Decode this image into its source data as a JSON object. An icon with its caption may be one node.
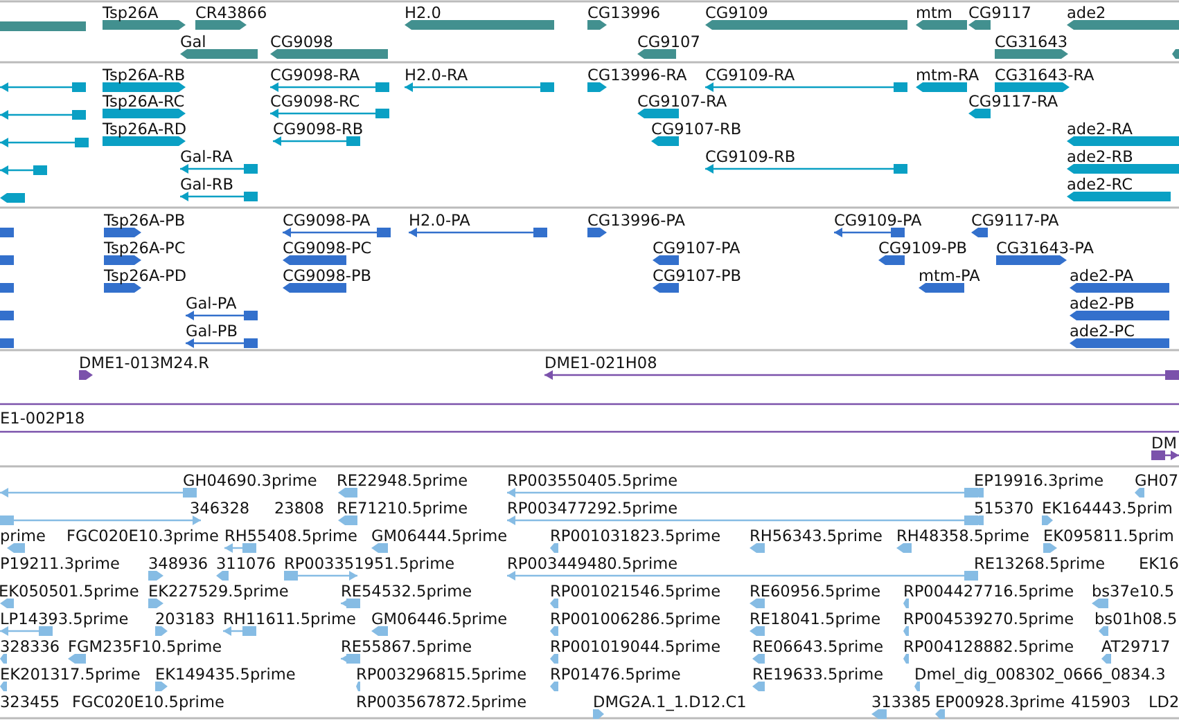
{
  "diagram": {
    "labels": [
      "Tsp26A",
      "CR43866",
      "H2.0",
      "CG13996",
      "CG9109",
      "mtm",
      "CG9117",
      "ade2",
      "Gal",
      "CG9098",
      "CG9107",
      "CG31643",
      "Tsp26A-RB",
      "CG9098-RA",
      "H2.0-RA",
      "CG13996-RA",
      "CG9109-RA",
      "mtm-RA",
      "CG31643-RA",
      "Tsp26A-RC",
      "CG9098-RC",
      "CG9107-RA",
      "CG9117-RA",
      "Tsp26A-RD",
      "CG9098-RB",
      "CG9107-RB",
      "ade2-RA",
      "Gal-RA",
      "CG9109-RB",
      "ade2-RB",
      "Gal-RB",
      "ade2-RC",
      "Tsp26A-PB",
      "CG9098-PA",
      "H2.0-PA",
      "CG13996-PA",
      "CG9109-PA",
      "CG9117-PA",
      "Tsp26A-PC",
      "CG9098-PC",
      "CG9107-PA",
      "CG9109-PB",
      "CG31643-PA",
      "Tsp26A-PD",
      "CG9098-PB",
      "CG9107-PB",
      "mtm-PA",
      "ade2-PA",
      "Gal-PA",
      "ade2-PB",
      "Gal-PB",
      "ade2-PC",
      "DME1-013M24.R",
      "DME1-021H08",
      "E1-002P18",
      "DM",
      "GH04690.3prime",
      "RE22948.5prime",
      "RP003550405.5prime",
      "EP19916.3prime",
      "GH07",
      "346328",
      "23808",
      "RE71210.5prime",
      "RP003477292.5prime",
      "515370",
      "EK164443.5prim",
      "prime",
      "FGC020E10.3prime",
      "RH55408.5prime",
      "GM06444.5prime",
      "RP001031823.5prime",
      "RH56343.5prime",
      "RH48358.5prime",
      "EK095811.5prim",
      "P19211.3prime",
      "348936",
      "311076",
      "RP003351951.5prime",
      "RP003449480.5prime",
      "RE13268.5prime",
      "EK16",
      "EK050501.5prime",
      "EK227529.5prime",
      "RE54532.5prime",
      "RP001021546.5prime",
      "RE60956.5prime",
      "RP004427716.5prime",
      "bs37e10.5",
      "LP14393.5prime",
      "203183",
      "RH11611.5prime",
      "GM06446.5prime",
      "RP001006286.5prime",
      "RE18041.5prime",
      "RP004539270.5prime",
      "bs01h08.5",
      "328336",
      "FGM235F10.5prime",
      "RE55867.5prime",
      "RP001019044.5prime",
      "RE06643.5prime",
      "RP004128882.5prime",
      "AT29717",
      "EK201317.5prime",
      "EK149435.5prime",
      "RP003296815.5prime",
      "RP01476.5prime",
      "RE19633.5prime",
      "Dmel_dig_008302_0666_0834.3",
      "323455",
      "FGC020E10.5prime",
      "RP003567872.5prime",
      "DMG2A.1_1.D12.C1",
      "313385",
      "EP00928.3prime",
      "415903",
      "LD2"
    ]
  }
}
